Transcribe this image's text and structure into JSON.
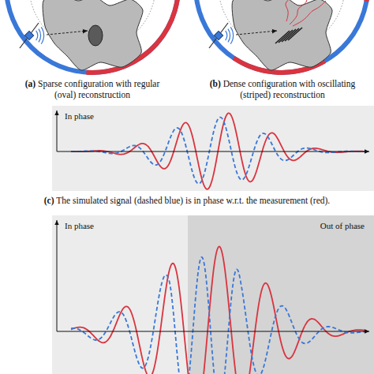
{
  "diagram": {
    "labels": [
      "(a)",
      "Sparse configuration with regular (oval) reconstruction",
      "(b)",
      "Dense configuration with oscillating (striped) reconstruction",
      "(c)",
      "The simulated signal (dashed blue) is in phase w.r.t. the measurement (red).",
      "In phase",
      "In phase",
      "Out of phase"
    ]
  }
}
